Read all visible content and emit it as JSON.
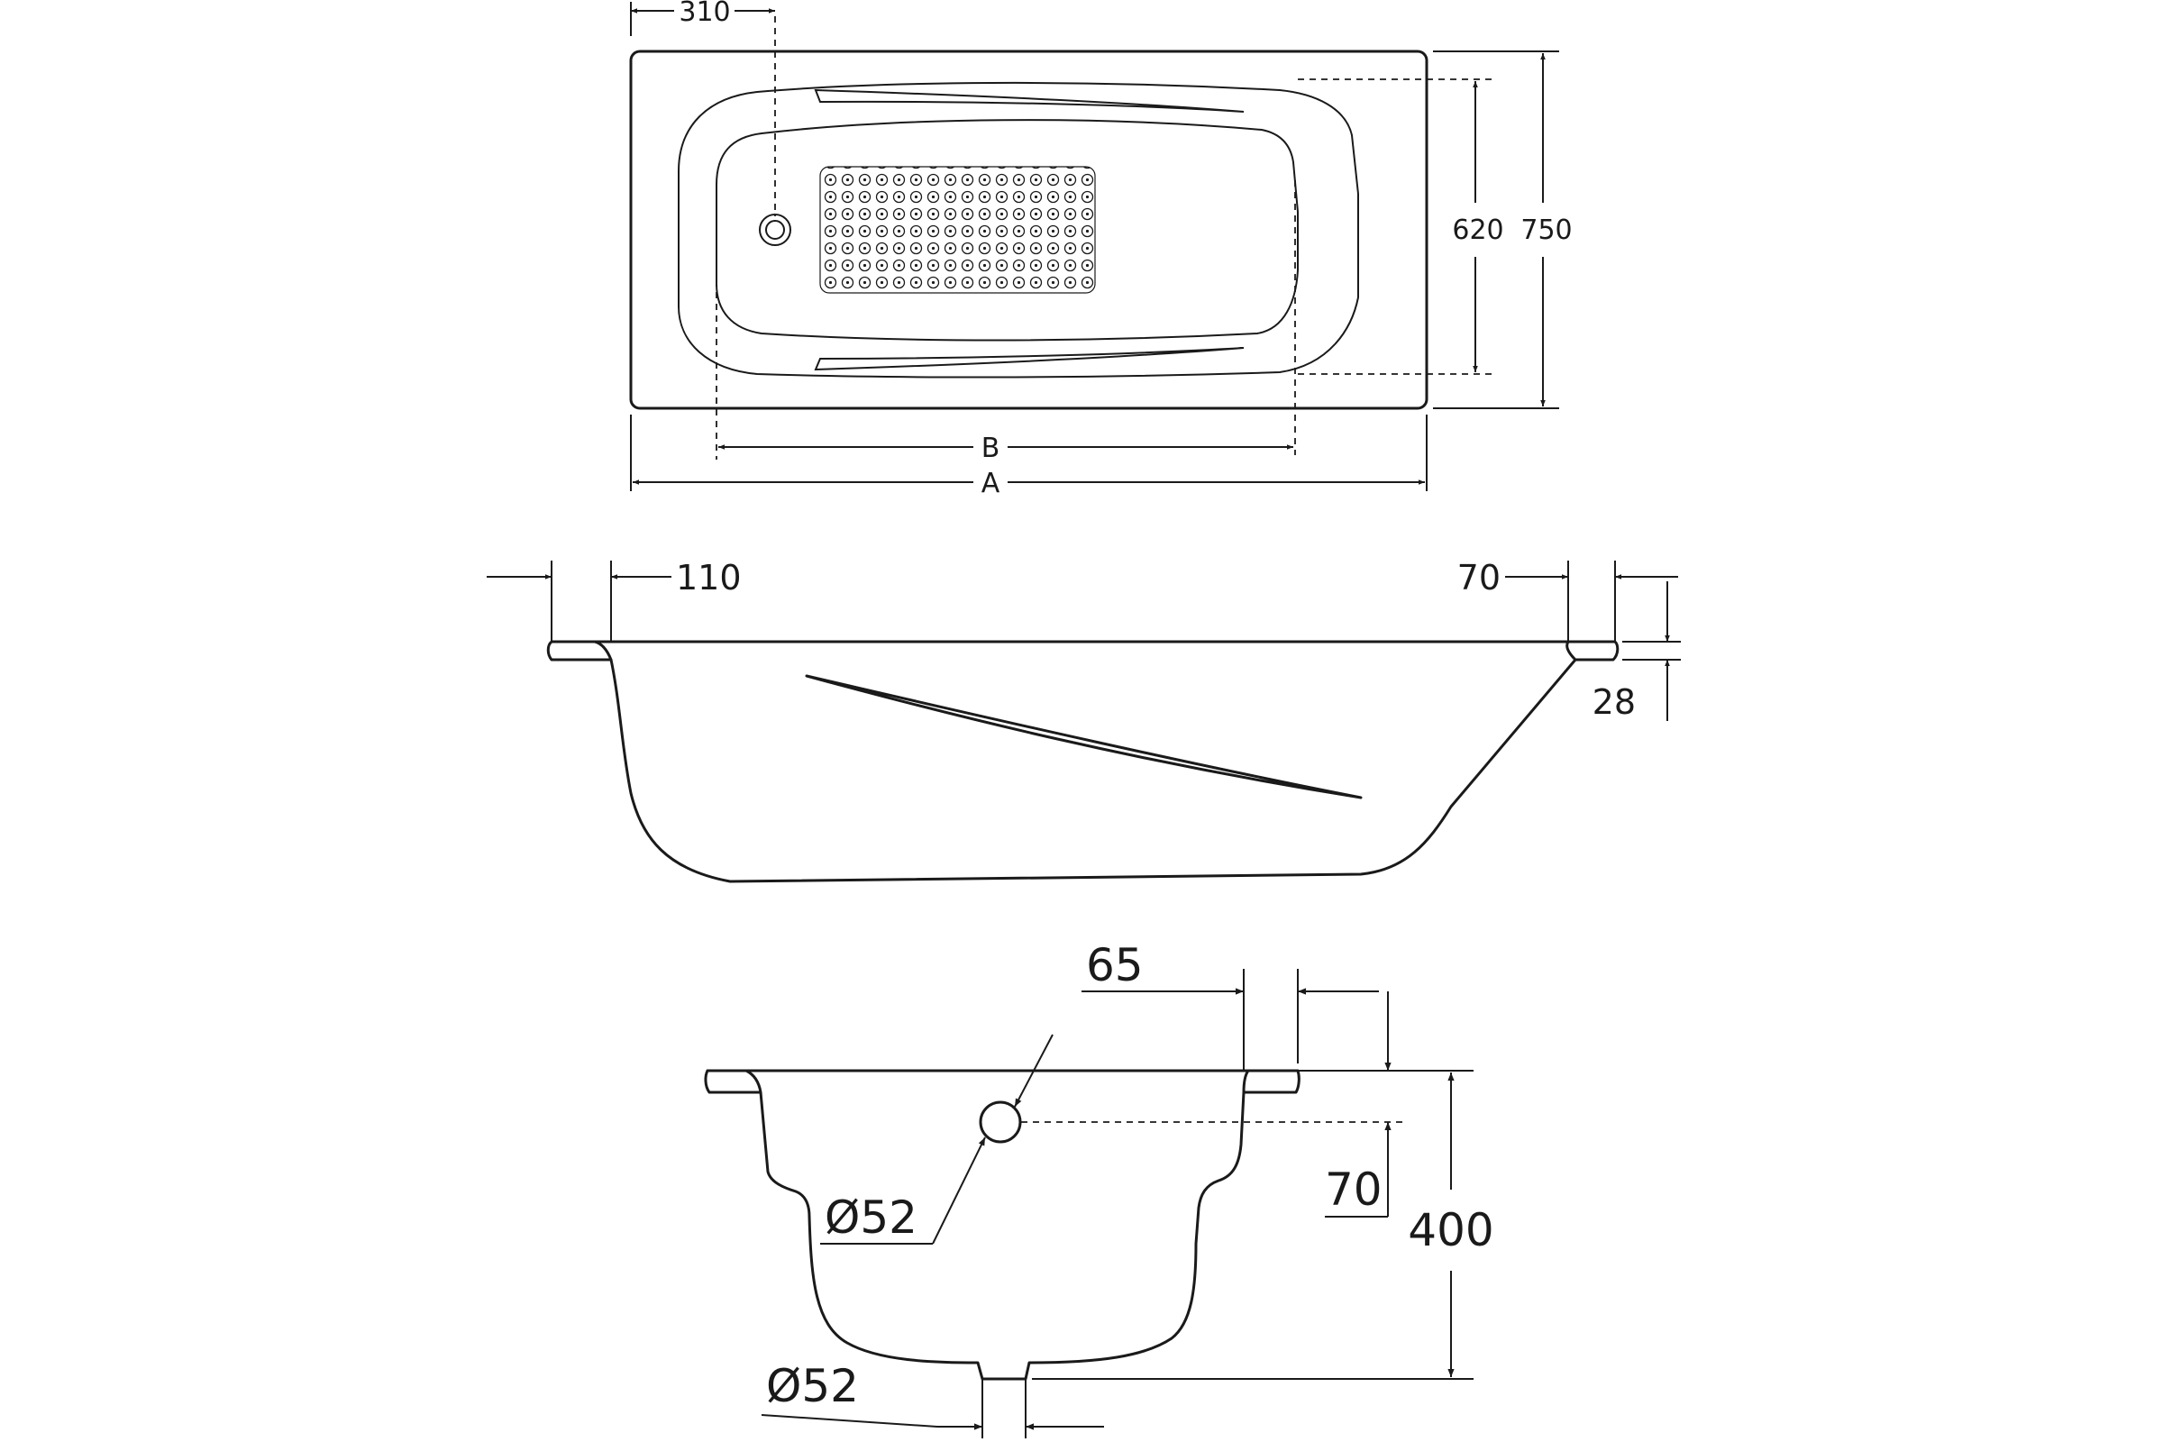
{
  "colors": {
    "line": "#1a1a1a",
    "background": "#ffffff"
  },
  "top_view": {
    "drain_offset": "310",
    "inner_width": "620",
    "outer_width": "750",
    "length_b": "B",
    "length_a": "A"
  },
  "side_view": {
    "left_rim": "110",
    "right_rim": "70",
    "rim_thickness": "28"
  },
  "cross_section": {
    "rim_width": "65",
    "overflow_depth": "70",
    "height": "400",
    "overflow_diameter": "Ø52",
    "drain_diameter": "Ø52"
  }
}
